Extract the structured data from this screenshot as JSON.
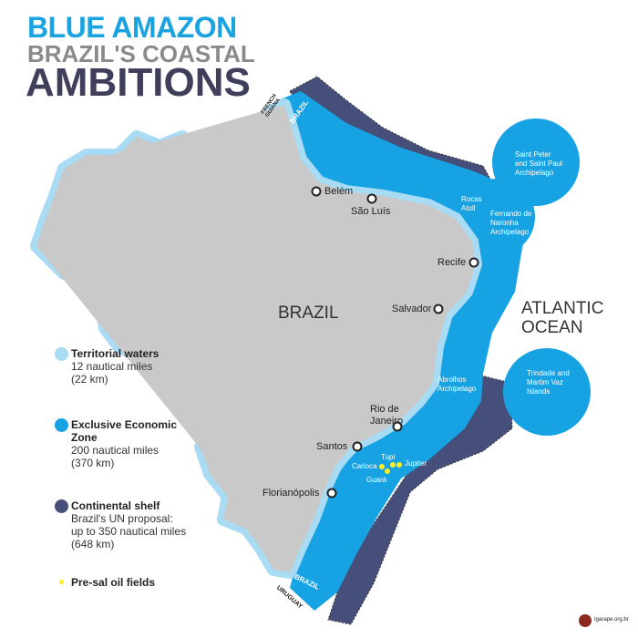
{
  "title": {
    "line1": "BLUE AMAZON",
    "line2": "BRAZIL'S COASTAL",
    "line3": "AMBITIONS"
  },
  "colors": {
    "territorial": "#a8dcf5",
    "eez": "#17a3e3",
    "shelf": "#454f7a",
    "land": "#c9c9c9",
    "oil": "#ffee22"
  },
  "map_labels": {
    "country": "BRAZIL",
    "ocean_line1": "ATLANTIC",
    "ocean_line2": "OCEAN",
    "french_guiana": "FRENCH GUIANA",
    "brazil_north": "BRAZIL",
    "brazil_south": "BRAZIL",
    "uruguay": "URUGUAY"
  },
  "cities": [
    {
      "name": "Belém"
    },
    {
      "name": "São Luís"
    },
    {
      "name": "Recife"
    },
    {
      "name": "Salvador"
    },
    {
      "name": "Rio de Janeiro"
    },
    {
      "name": "Santos"
    },
    {
      "name": "Florianópolis"
    }
  ],
  "islands": {
    "st_peter": "Saint Peter and Saint Paul Archipelago",
    "rocas": "Rocas Atoll",
    "fernando": "Fernando de Naronha Archipelago",
    "abrolhos": "Abrolhos Archipelago",
    "trindade": "Trindade and Martim Vaz Islands"
  },
  "oil_fields": [
    "Tupi",
    "Carioca",
    "Jupiter",
    "Guará"
  ],
  "legend": [
    {
      "title": "Territorial waters",
      "desc1": "12 nautical miles",
      "desc2": "(22 km)"
    },
    {
      "title": "Exclusive Economic Zone",
      "desc1": "200 nautical miles",
      "desc2": "(370 km)"
    },
    {
      "title": "Continental shelf",
      "desc1": "Brazil's UN proposal:",
      "desc2": "up to 350 nautical miles",
      "desc3": "(648 km)"
    },
    {
      "title": "Pre-sal oil fields"
    }
  ],
  "credit": "Igarape.org.br"
}
